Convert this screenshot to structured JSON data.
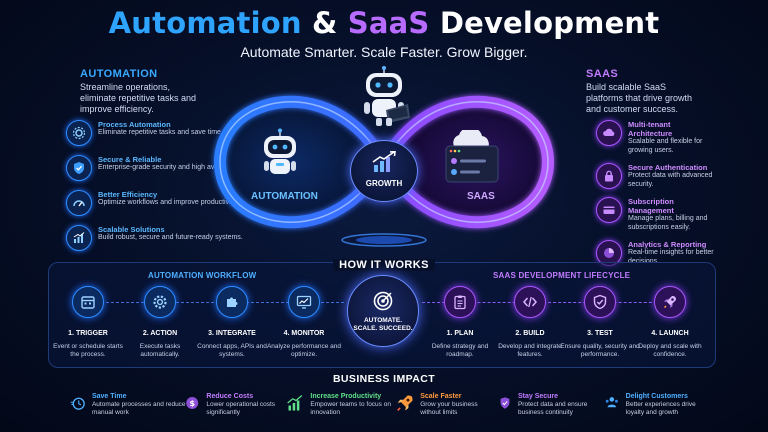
{
  "header": {
    "title_part1": "Automation",
    "title_amp": "&",
    "title_part2": "SaaS",
    "title_part3": "Development",
    "subtitle": "Automate Smarter. Scale Faster. Grow Bigger."
  },
  "automation": {
    "heading": "AUTOMATION",
    "description": "Streamline operations, eliminate repetitive tasks and improve efficiency.",
    "features": [
      {
        "title": "Process Automation",
        "text": "Eliminate repetitive tasks and save time.",
        "icon": "gears-icon"
      },
      {
        "title": "Secure & Reliable",
        "text": "Enterprise-grade security and high availability.",
        "icon": "shield-check-icon"
      },
      {
        "title": "Better Efficiency",
        "text": "Optimize workflows and improve productivity.",
        "icon": "speedometer-icon"
      },
      {
        "title": "Scalable Solutions",
        "text": "Build robust, secure and future-ready systems.",
        "icon": "growth-chart-icon"
      }
    ]
  },
  "saas": {
    "heading": "SAAS",
    "description": "Build scalable SaaS platforms that drive growth and customer success.",
    "features": [
      {
        "title": "Multi-tenant Architecture",
        "text": "Scalable and flexible for growing users.",
        "icon": "cloud-users-icon"
      },
      {
        "title": "Secure Authentication",
        "text": "Protect data with advanced security.",
        "icon": "lock-icon"
      },
      {
        "title": "Subscription Management",
        "text": "Manage plans, billing and subscriptions easily.",
        "icon": "credit-card-icon"
      },
      {
        "title": "Analytics & Reporting",
        "text": "Real-time insights for better decisions.",
        "icon": "pie-chart-icon"
      }
    ]
  },
  "center": {
    "automation_label": "AUTOMATION",
    "growth_label": "GROWTH",
    "saas_label": "SAAS"
  },
  "how_it_works": {
    "heading": "HOW IT WORKS",
    "automation_workflow_heading": "AUTOMATION WORKFLOW",
    "saas_lifecycle_heading": "SAAS DEVELOPMENT LIFECYCLE",
    "badge_line1": "AUTOMATE.",
    "badge_line2": "SCALE. SUCCEED.",
    "automation_steps": [
      {
        "title": "1. TRIGGER",
        "text": "Event or schedule starts the process.",
        "icon": "calendar-icon"
      },
      {
        "title": "2. ACTION",
        "text": "Execute tasks automatically.",
        "icon": "gear-icon"
      },
      {
        "title": "3. INTEGRATE",
        "text": "Connect apps, APIs and systems.",
        "icon": "puzzle-icon"
      },
      {
        "title": "4. MONITOR",
        "text": "Analyze performance and optimize.",
        "icon": "monitor-chart-icon"
      }
    ],
    "saas_steps": [
      {
        "title": "1. PLAN",
        "text": "Define strategy and roadmap.",
        "icon": "clipboard-icon"
      },
      {
        "title": "2. BUILD",
        "text": "Develop and integrate features.",
        "icon": "code-icon"
      },
      {
        "title": "3. TEST",
        "text": "Ensure quality, security and performance.",
        "icon": "shield-check-icon"
      },
      {
        "title": "4. LAUNCH",
        "text": "Deploy and scale with confidence.",
        "icon": "rocket-icon"
      }
    ]
  },
  "business_impact": {
    "heading": "BUSINESS IMPACT",
    "items": [
      {
        "title": "Save Time",
        "text": "Automate processes and reduce manual work",
        "color": "#4fb0ff",
        "icon": "stopwatch-icon"
      },
      {
        "title": "Reduce Costs",
        "text": "Lower operational costs significantly",
        "color": "#c27cff",
        "icon": "coin-icon"
      },
      {
        "title": "Increase Productivity",
        "text": "Empower teams to focus on innovation",
        "color": "#5fe08a",
        "icon": "bar-chart-icon"
      },
      {
        "title": "Scale Faster",
        "text": "Grow your business without limits",
        "color": "#ff9a3c",
        "icon": "rocket-icon"
      },
      {
        "title": "Stay Secure",
        "text": "Protect data and ensure business continuity",
        "color": "#c27cff",
        "icon": "shield-icon"
      },
      {
        "title": "Delight Customers",
        "text": "Better experiences drive loyalty and growth",
        "color": "#4fb0ff",
        "icon": "customers-icon"
      }
    ]
  },
  "colors": {
    "automation_accent": "#2e8cff",
    "saas_accent": "#a855f7",
    "background": "#06102a"
  }
}
